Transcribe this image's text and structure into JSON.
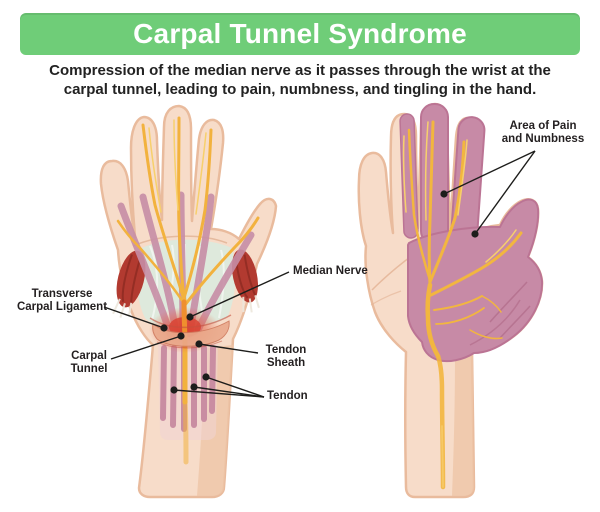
{
  "header": {
    "title": "Carpal Tunnel Syndrome"
  },
  "description": {
    "text": "Compression of the median nerve as it passes through the wrist at the carpal tunnel, leading to pain, numbness, and tingling in the hand."
  },
  "left_hand": {
    "description": "anatomical palm view showing tendons, median nerve and inflamed carpal tunnel",
    "labels": {
      "transverse_carpal_ligament": "Transverse\nCarpal Ligament",
      "median_nerve": "Median Nerve",
      "carpal_tunnel": "Carpal\nTunnel",
      "tendon_sheath": "Tendon\nSheath",
      "tendon": "Tendon"
    }
  },
  "right_hand": {
    "description": "palm view with median-nerve distribution shaded",
    "labels": {
      "area_of_pain_and_numbness": "Area of Pain\nand Numbness"
    }
  },
  "colors": {
    "header_green": "#6fcd78",
    "skin": "#f7dcc9",
    "skin_shadow": "#eec5a8",
    "skin_outline": "#e9bb9d",
    "tendon_pink": "#c78ea6",
    "nerve_yellow": "#f2b23e",
    "nerve_highlight": "#f7d06c",
    "muscle_red": "#b23a30",
    "inflammation_red": "#dd4f3d",
    "ligament_band": "#eaa98b",
    "palm_teal": "#dce9dd",
    "pain_area_mauve": "#c78aa6",
    "label_text": "#231f20"
  }
}
